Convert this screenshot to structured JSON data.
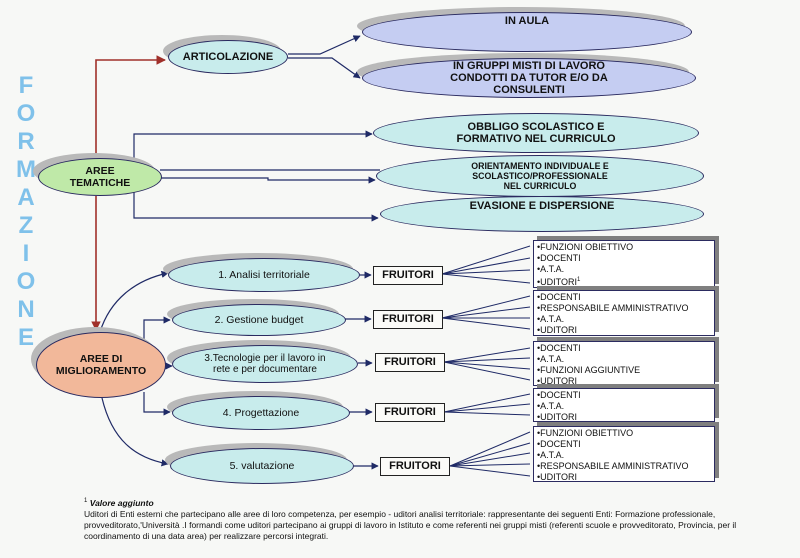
{
  "side_title": [
    "F",
    "O",
    "R",
    "M",
    "A",
    "Z",
    "I",
    "O",
    "N",
    "E"
  ],
  "nodes": {
    "articolazione": "ARTICOLAZIONE",
    "in_aula": "IN AULA",
    "gruppi_misti": "IN GRUPPI MISTI DI LAVORO CONDOTTI DA TUTOR   E/O DA CONSULENTI",
    "aree_tematiche": "AREE TEMATICHE",
    "obbligo": "OBBLIGO SCOLASTICO E FORMATIVO NEL CURRICULO",
    "orientamento": "ORIENTAMENTO INDIVIDUALE E SCOLASTICO/PROFESSIONALE NEL CURRICULO",
    "evasione": "EVASIONE E DISPERSIONE",
    "aree_miglioramento": "AREE DI MIGLIORAMENTO"
  },
  "areas": [
    {
      "label": "1. Analisi territoriale",
      "fruitori": "FRUITORI",
      "items": [
        "FUNZIONI OBIETTIVO",
        "DOCENTI",
        "A.T.A.",
        "UDITORI"
      ]
    },
    {
      "label": "2. Gestione budget",
      "fruitori": "FRUITORI",
      "items": [
        "DOCENTI",
        "RESPONSABILE AMMINISTRATIVO",
        "A.T.A.",
        "UDITORI"
      ]
    },
    {
      "label": "3.Tecnologie per il lavoro in rete e per documentare",
      "fruitori": "FRUITORI",
      "items": [
        "DOCENTI",
        "A.T.A.",
        "FUNZIONI AGGIUNTIVE",
        "UDITORI"
      ]
    },
    {
      "label": "4. Progettazione",
      "fruitori": "FRUITORI",
      "items": [
        "DOCENTI",
        "A.T.A.",
        "UDITORI"
      ]
    },
    {
      "label": "5. valutazione",
      "fruitori": "FRUITORI",
      "items": [
        "FUNZIONI OBIETTIVO",
        "DOCENTI",
        "A.T.A.",
        "RESPONSABILE AMMINISTRATIVO",
        "UDITORI"
      ]
    }
  ],
  "footnote": {
    "marker": "1",
    "title": "Valore aggiunto",
    "text": "Uditori di Enti esterni che partecipano alle aree di loro competenza, per esempio - uditori analisi territoriale: rappresentante dei seguenti Enti:  Formazione professionale, provveditorato,'Università .I formandi come uditori partecipano ai gruppi di lavoro in Istituto e come referenti nei gruppi misti (referenti scuole e provveditorato, Provincia, per il coordinamento di una data area) per realizzare percorsi integrati."
  },
  "colors": {
    "connector": "#1f2a66",
    "main_arrow": "#a0302a",
    "vertical_title": "#7fc1ea"
  }
}
